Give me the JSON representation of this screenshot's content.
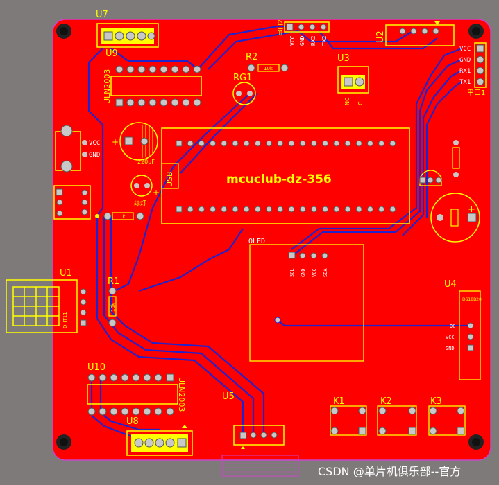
{
  "board": {
    "title": "mcuclub-dz-356",
    "colors": {
      "copper": "#ff0000",
      "silk": "#ffff00",
      "trace": "#2222cc",
      "pad": "#c8c8c8",
      "outline": "#cc44cc",
      "bg": "#7e7a79"
    }
  },
  "labels": {
    "u7": "U7",
    "u9": "U9",
    "uln_top": "ULN2003",
    "r2": "R2",
    "r2_val": "10k",
    "rg1": "RG1",
    "u3": "U3",
    "u3_a": "NC",
    "u3_b": "C",
    "u2": "U2",
    "header_vcc": "VCC",
    "header_gnd": "GND",
    "header_rx": "RX1",
    "header_tx": "TX1",
    "header_name": "串口1",
    "top_hdr_vcc": "VCC",
    "top_hdr_gnd": "GND",
    "top_hdr_rx": "RX2",
    "top_hdr_tx": "TX2",
    "top_hdr_name": "串口2",
    "cap_val": "220uF",
    "pwr_vcc": "VCC",
    "pwr_gnd": "GND",
    "usb": "USB",
    "led_lbl": "绿灯",
    "res_1k": "1k",
    "oled": "OLED",
    "oled_p1": "SCL",
    "oled_p2": "GND",
    "oled_p3": "VCC",
    "oled_p4": "SDA",
    "u1": "U1",
    "u1_name": "DHT11",
    "r1": "R1",
    "r1_val": "10k",
    "u4": "U4",
    "u4_name": "DS18B20",
    "u4_p1": "D0",
    "u4_p2": "VCC",
    "u4_p3": "GND",
    "u10": "U10",
    "uln_bot": "ULN2003",
    "u8": "U8",
    "u5": "U5",
    "k1": "K1",
    "k2": "K2",
    "k3": "K3",
    "plus1": "+",
    "plus2": "+",
    "plus3": "+",
    "watermark": "CSDN @单片机俱乐部--官方"
  }
}
